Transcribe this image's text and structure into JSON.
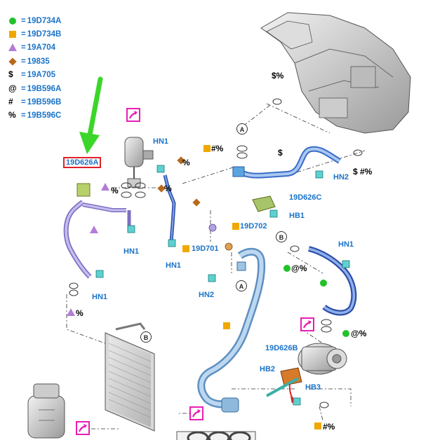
{
  "legend": [
    {
      "symbol": "green-circle",
      "eq": "=",
      "code": "19D734A"
    },
    {
      "symbol": "orange-square",
      "eq": "=",
      "code": "19D734B"
    },
    {
      "symbol": "purple-triangle",
      "eq": "=",
      "code": "19A704"
    },
    {
      "symbol": "brown-diamond",
      "eq": "=",
      "code": "19835"
    },
    {
      "symbol": "$",
      "eq": "=",
      "code": "19A705"
    },
    {
      "symbol": "@",
      "eq": "=",
      "code": "19B596A"
    },
    {
      "symbol": "#",
      "eq": "=",
      "code": "19B596B"
    },
    {
      "symbol": "%",
      "eq": "=",
      "code": "19B596C"
    }
  ],
  "highlighted_part": "19D626A",
  "part_labels": {
    "hn1_a": "HN1",
    "hn1_b": "HN1",
    "hn1_c": "HN1",
    "hn1_d": "HN1",
    "hn1_e": "HN1",
    "hn2_a": "HN2",
    "hn2_b": "HN2",
    "hb1": "HB1",
    "hb2": "HB2",
    "hb3": "HB3",
    "p19d626c": "19D626C",
    "p19d626b": "19D626B",
    "p19d702": "19D702",
    "p19d701": "19D701"
  },
  "callouts": {
    "a_top": "A",
    "a_mid": "A",
    "b_right": "B",
    "b_cond": "B"
  },
  "symbol_texts": {
    "dollar_pct_top": "$%",
    "hash_pct_mid": "#%",
    "dollar_line": "$",
    "dollar_hash_pct": "$ #%",
    "pct_left": "%",
    "pct_receiver": "%",
    "pct_diamond": "%",
    "at_pct_right": "@%",
    "at_pct_lower": "@%",
    "pct_lowleft": "%",
    "hash_pct_bottom": "#%"
  },
  "colors": {
    "accent_blue": "#1a73c8",
    "highlight_red": "#e0202a",
    "arrow_green": "#3cd62a",
    "link_magenta": "#e81eb4",
    "pipe_light_blue": "#8fb9dc",
    "pipe_dark_blue": "#3a6cc8",
    "pipe_purple": "#a89ad8"
  },
  "icons": [
    "shortcut-arrow-icon",
    "green-down-arrow-icon"
  ]
}
